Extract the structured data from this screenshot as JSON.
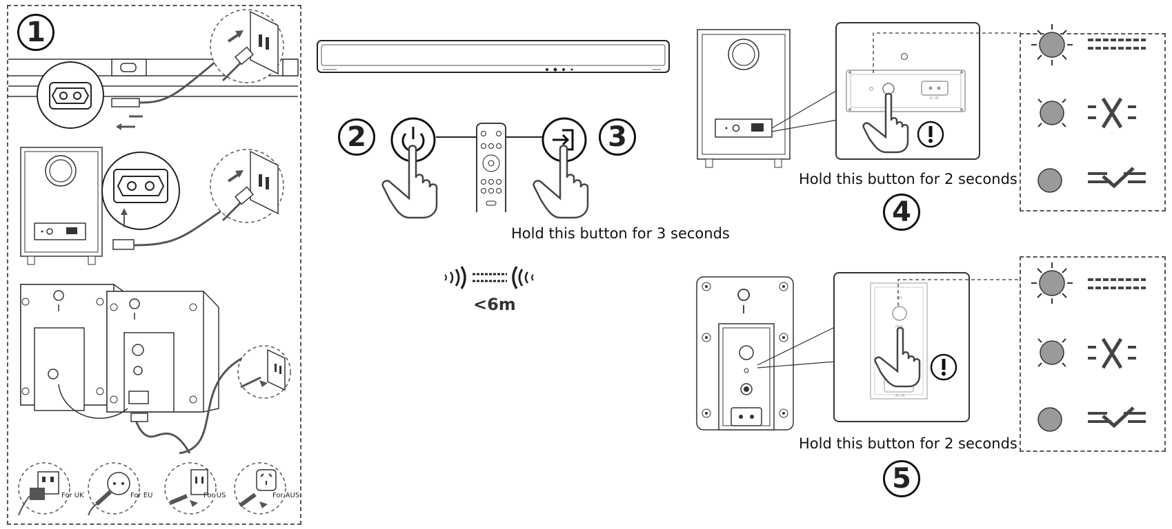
{
  "steps": [
    "1",
    "2",
    "3",
    "4",
    "5"
  ],
  "plug_labels": [
    "For UK",
    "For EU",
    "For US",
    "For AUS"
  ],
  "captions": {
    "step3": "Hold this button for 3 seconds",
    "step4": "Hold this button for 2 seconds",
    "step5": "Hold this button for 2 seconds"
  },
  "distance": "<6m",
  "panel_labels": {
    "ac_in": "AC IN",
    "pair": "PAIR",
    "on": "ON"
  },
  "led_states": [
    "blinking",
    "slow-blinking",
    "steady"
  ],
  "colors": {
    "line": "#333333",
    "led_grey": "#9a9a9a",
    "background": "#ffffff"
  }
}
